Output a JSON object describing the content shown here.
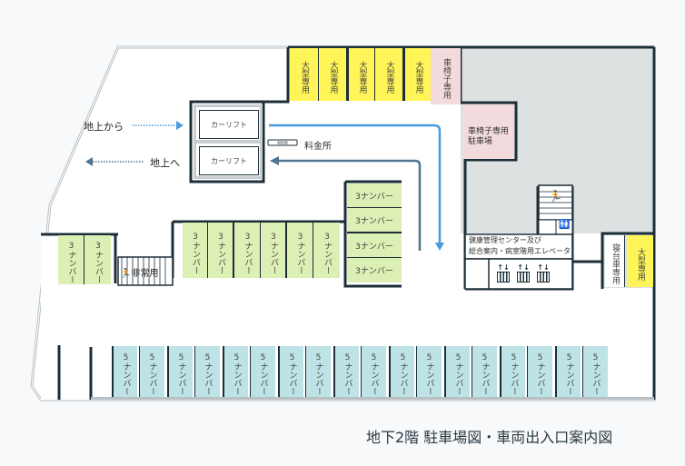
{
  "title": "地下2階 駐車場図・車両出入口案内図",
  "directions": {
    "entry_label": "地上から",
    "exit_label": "地上へ"
  },
  "car_lifts": [
    "カーリフト",
    "カーリフト"
  ],
  "toll_booth_label": "料金所",
  "emergency_stairs_label": "非常用",
  "wheelchair_parking_label": "車椅子専用\n駐車場",
  "wheelchair_parking_line1": "車椅子専用",
  "wheelchair_parking_line2": "駐車場",
  "elevator_hall": {
    "line1": "健康管理センター及び",
    "line2": "総合案内・病室階用エレベータ"
  },
  "stalls": {
    "top_large": [
      "大型専用",
      "大型専用",
      "大型専用",
      "大型専用",
      "大型専用"
    ],
    "top_wheelchair": "車椅子専用",
    "stretcher_car": "寝台車専用",
    "right_large": "大型専用",
    "left_3num": [
      "3ナンバー",
      "3ナンバー"
    ],
    "mid_3num": [
      "3ナンバー",
      "3ナンバー",
      "3ナンバー",
      "3ナンバー",
      "3ナンバー",
      "3ナンバー"
    ],
    "right_3num": [
      "3ナンバー",
      "3ナンバー",
      "3ナンバー",
      "3ナンバー"
    ],
    "bottom_5num": [
      "5ナンバー",
      "5ナンバー",
      "5ナンバー",
      "5ナンバー",
      "5ナンバー",
      "5ナンバー",
      "5ナンバー",
      "5ナンバー",
      "5ナンバー",
      "5ナンバー",
      "5ナンバー",
      "5ナンバー",
      "5ナンバー",
      "5ナンバー",
      "5ナンバー",
      "5ナンバー",
      "5ナンバー",
      "5ナンバー"
    ]
  },
  "colors": {
    "large_vehicle": "#fff558",
    "wheelchair": "#f3dadc",
    "three_number": "#dcefb4",
    "five_number": "#bde3e6",
    "restricted_area": "#dde1e2",
    "wall": "#1c2e38",
    "entry_arrow": "#4b9ad9",
    "exit_arrow": "#4f7592"
  }
}
